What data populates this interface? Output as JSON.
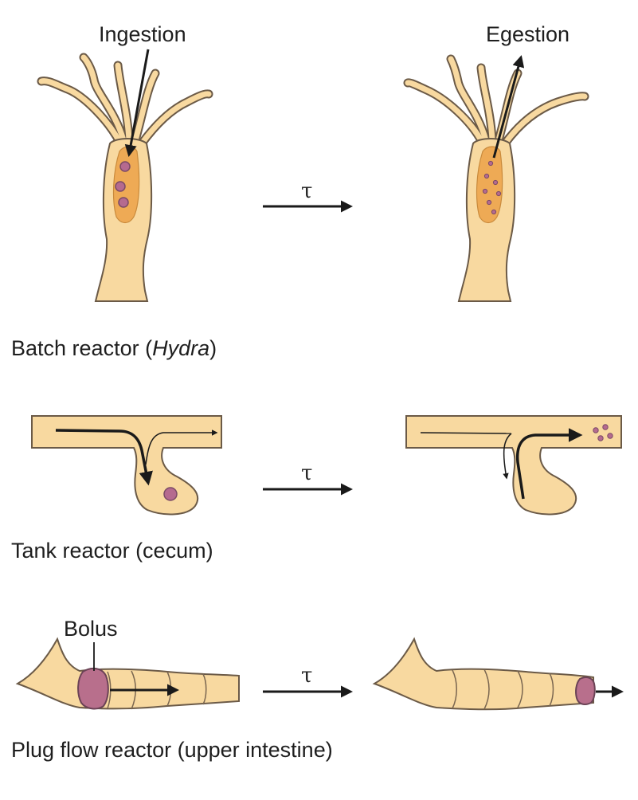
{
  "colors": {
    "tissue": "#f8d9a0",
    "cavity": "#eeaa55",
    "particle": "#b56a8f",
    "arrow": "#1a1a1a"
  },
  "batch": {
    "ingestion_label": "Ingestion",
    "egestion_label": "Egestion",
    "time_symbol": "τ",
    "caption_prefix": "Batch reactor (",
    "caption_organism": "Hydra",
    "caption_suffix": ")"
  },
  "tank": {
    "time_symbol": "τ",
    "caption": "Tank reactor (cecum)"
  },
  "plug": {
    "bolus_label": "Bolus",
    "time_symbol": "τ",
    "caption": "Plug flow reactor (upper intestine)"
  }
}
